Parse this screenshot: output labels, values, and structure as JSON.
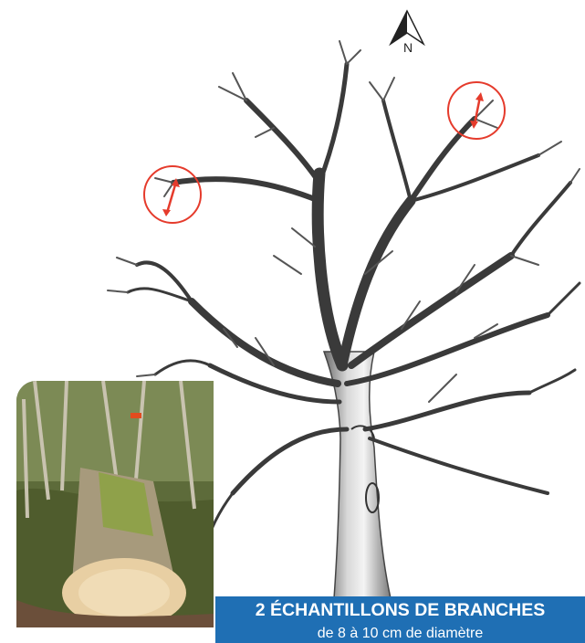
{
  "compass": {
    "label": "N",
    "icon": "north-arrow-icon"
  },
  "banner": {
    "title": "2 ÉCHANTILLONS DE BRANCHES",
    "subtitle": "de 8 à 10 cm de diamètre",
    "background": "#1f6fb4"
  },
  "markers": {
    "color": "#e53b2c",
    "icon": "double-arrow-icon",
    "count": 2
  },
  "photo": {
    "subject": "felled-log-photo"
  }
}
